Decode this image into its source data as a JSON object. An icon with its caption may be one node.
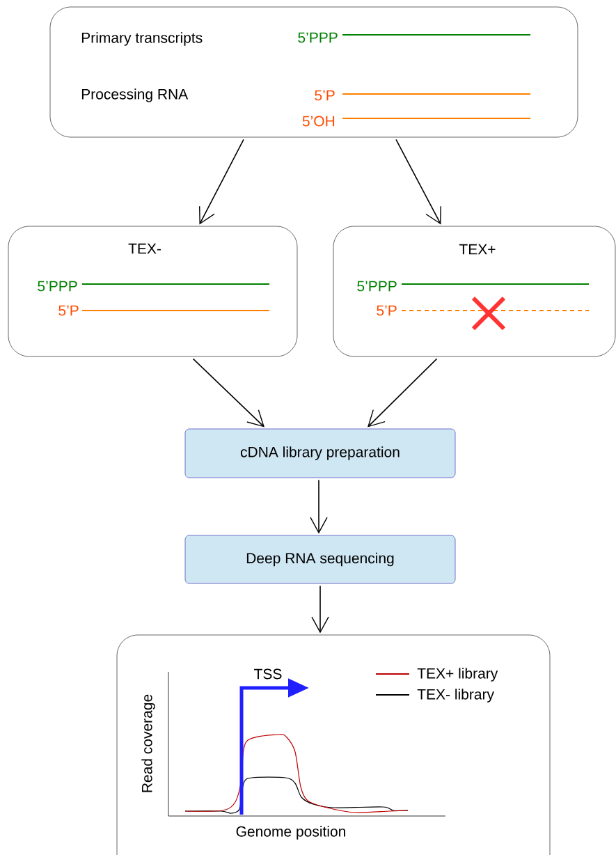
{
  "diagram": {
    "nodes": [
      {
        "text": [
          "Primary transcripts",
          "5’PPP",
          "Processing RNA",
          "5’P",
          "5’OH"
        ]
      },
      {
        "text": [
          "TEX-",
          "5’PPP",
          "5’P"
        ]
      },
      {
        "text": [
          "TEX+",
          "5’PPP",
          "5’P"
        ]
      },
      {
        "text": [
          "cDNA library preparation"
        ]
      },
      {
        "text": [
          "Deep RNA sequencing"
        ]
      },
      {
        "text": [
          "TSS",
          "Read coverage",
          "Genome position"
        ]
      }
    ],
    "edges": [
      {
        "from": 0,
        "to": 1,
        "arrow": "to"
      },
      {
        "from": 0,
        "to": 2,
        "arrow": "to"
      },
      {
        "from": 1,
        "to": 3,
        "arrow": "to"
      },
      {
        "from": 2,
        "to": 3,
        "arrow": "to"
      },
      {
        "from": 3,
        "to": 4,
        "arrow": "to"
      },
      {
        "from": 4,
        "to": 5,
        "arrow": "to"
      }
    ],
    "legend": [
      {
        "text": "TEX+ library"
      },
      {
        "text": "TEX- library"
      }
    ]
  }
}
